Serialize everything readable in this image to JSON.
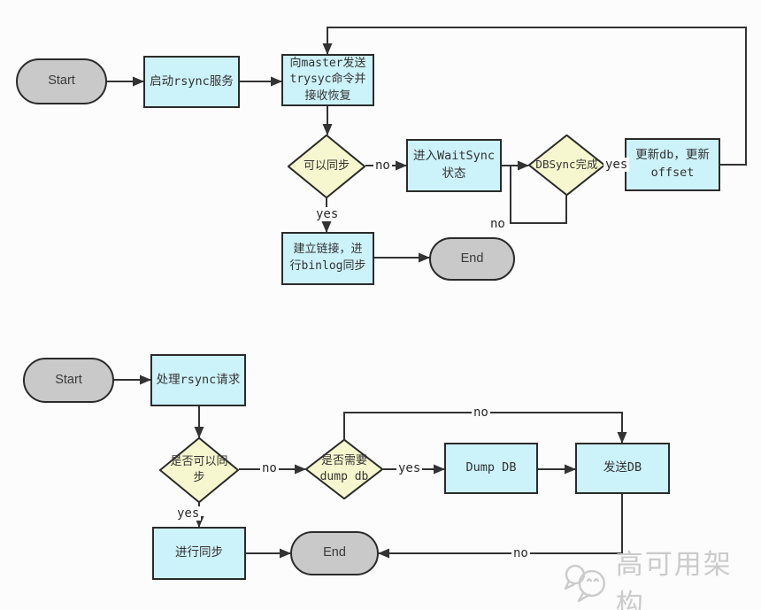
{
  "colors": {
    "process_fill": "#ccf2fa",
    "decision_fill": "#f7f7cf",
    "terminal_fill": "#c9c9c9",
    "line_color": "#333333",
    "watermark_color": "#cbcbcb"
  },
  "flowchart_top": {
    "nodes": {
      "start": {
        "label": "Start"
      },
      "start_rsync": {
        "label": "启动rsync服务"
      },
      "send_trysyc": {
        "label": "向master发送\ntrysyc命令并\n接收恢复"
      },
      "can_sync": {
        "label": "可以同步"
      },
      "enter_waitsync": {
        "label": "进入WaitSync\n状态"
      },
      "dbsync_done": {
        "label": "DBSync完成"
      },
      "update_db": {
        "label": "更新db，更新\noffset"
      },
      "create_link": {
        "label": "建立链接，进\n行binlog同步"
      },
      "end": {
        "label": "End"
      }
    },
    "edge_labels": {
      "can_sync_no": "no",
      "can_sync_yes": "yes",
      "dbsync_loop_no": "no",
      "dbsync_yes": "yes"
    }
  },
  "flowchart_bottom": {
    "nodes": {
      "start": {
        "label": "Start"
      },
      "handle_rsync": {
        "label": "处理rsync请求"
      },
      "can_sync": {
        "label": "是否可以同\n步"
      },
      "need_dump": {
        "label": "是否需要\ndump db"
      },
      "dump_db": {
        "label": "Dump DB"
      },
      "send_db": {
        "label": "发送DB"
      },
      "do_sync": {
        "label": "进行同步"
      },
      "end": {
        "label": "End"
      }
    },
    "edge_labels": {
      "can_sync_no": "no",
      "can_sync_yes": "yes",
      "need_dump_yes": "yes",
      "need_dump_loop_no": "no",
      "send_db_end_no": "no"
    }
  },
  "watermark": {
    "text": "高可用架构"
  }
}
